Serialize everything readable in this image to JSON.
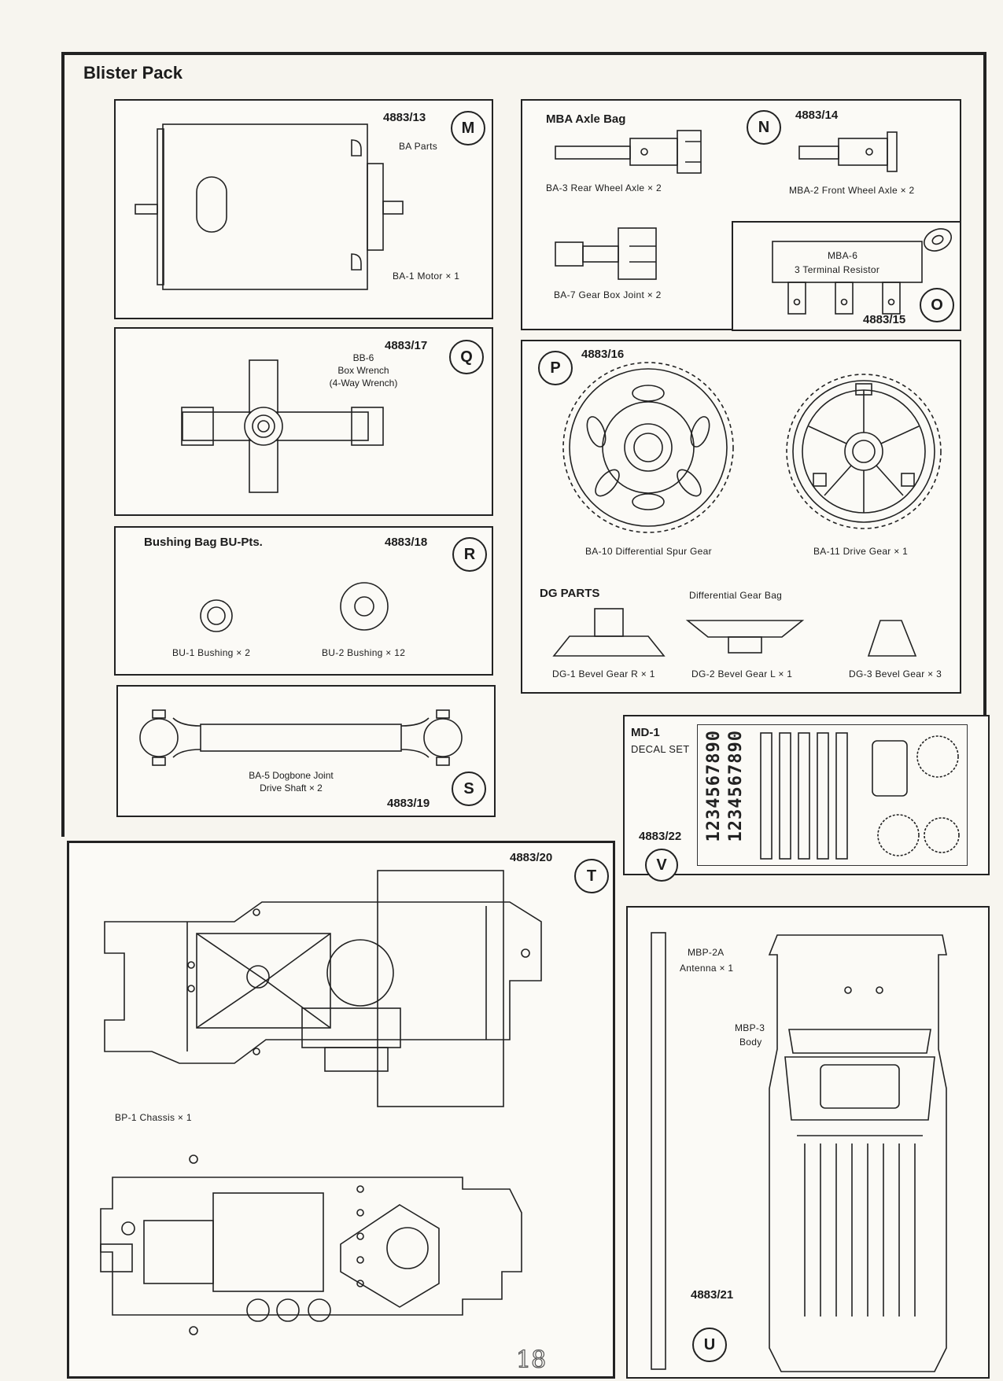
{
  "page_title": "Blister Pack",
  "page_number": "18",
  "parts": {
    "M": {
      "letter": "M",
      "code": "4883/13",
      "sub": "BA Parts",
      "item": "BA-1 Motor × 1"
    },
    "N": {
      "letter": "N",
      "code": "4883/14",
      "title": "MBA Axle Bag",
      "item1": "BA-3 Rear Wheel Axle × 2",
      "item2": "MBA-2 Front Wheel Axle × 2",
      "item3": "BA-7 Gear Box Joint × 2"
    },
    "O": {
      "letter": "O",
      "code": "4883/15",
      "item1": "MBA-6",
      "item2": "3 Terminal Resistor"
    },
    "Q": {
      "letter": "Q",
      "code": "4883/17",
      "item1": "BB-6",
      "item2": "Box Wrench",
      "item3": "(4-Way Wrench)"
    },
    "P": {
      "letter": "P",
      "code": "4883/16",
      "item1": "BA-10 Differential Spur Gear",
      "item2": "BA-11 Drive Gear × 1",
      "dg_title": "DG PARTS",
      "dg_bag": "Differential Gear Bag",
      "dg1": "DG-1 Bevel Gear R × 1",
      "dg2": "DG-2 Bevel Gear L × 1",
      "dg3": "DG-3 Bevel Gear × 3"
    },
    "R": {
      "letter": "R",
      "code": "4883/18",
      "title": "Bushing Bag BU-Pts.",
      "item1": "BU-1 Bushing × 2",
      "item2": "BU-2 Bushing × 12"
    },
    "S": {
      "letter": "S",
      "code": "4883/19",
      "item1": "BA-5 Dogbone Joint",
      "item2": "Drive Shaft × 2"
    },
    "V": {
      "letter": "V",
      "code": "4883/22",
      "title1": "MD-1",
      "title2": "DECAL SET",
      "decal_numbers": "1234567890"
    },
    "T": {
      "letter": "T",
      "code": "4883/20",
      "item": "BP-1 Chassis × 1"
    },
    "U": {
      "letter": "U",
      "code": "4883/21",
      "item1": "MBP-2A",
      "item2": "Antenna × 1",
      "item3": "MBP-3",
      "item4": "Body"
    }
  }
}
